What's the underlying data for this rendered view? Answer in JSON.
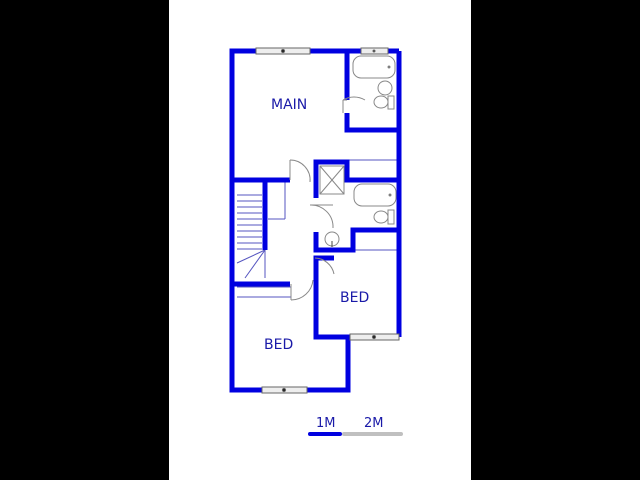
{
  "floorplan": {
    "rooms": [
      {
        "id": "main",
        "label": "MAIN"
      },
      {
        "id": "bed_right",
        "label": "BED"
      },
      {
        "id": "bed_left",
        "label": "BED"
      }
    ],
    "fixtures": [
      "bathtub",
      "bathtub",
      "toilet",
      "toilet",
      "basin",
      "basin",
      "shower",
      "staircase"
    ],
    "scale": {
      "labels": [
        "1M",
        "2M"
      ]
    },
    "colors": {
      "wall": "#0000e0",
      "line": "#5555c0",
      "fixture": "#888888",
      "label": "#1a1aa8",
      "scale_gray": "#c0c0c0"
    }
  }
}
